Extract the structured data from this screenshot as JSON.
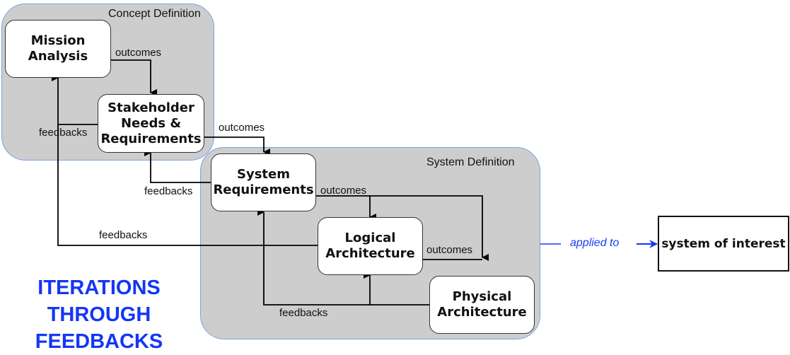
{
  "groups": {
    "concept": {
      "label": "Concept Definition"
    },
    "system": {
      "label": "System Definition"
    }
  },
  "nodes": {
    "mission": "Mission\nAnalysis",
    "stakeholder": "Stakeholder\nNeeds &\nRequirements",
    "sysreq": "System\nRequirements",
    "logical": "Logical\nArchitecture",
    "physical": "Physical\nArchitecture"
  },
  "edge_labels": {
    "outcomes": "outcomes",
    "feedbacks": "feedbacks"
  },
  "applied_to": "applied to",
  "system_of_interest": "system of interest",
  "banner": [
    "ITERATIONS",
    "THROUGH",
    "FEEDBACKS"
  ],
  "colors": {
    "group_fill": "#cdcdcd",
    "group_border": "#7ba2e6",
    "accent_blue": "#1436f5"
  }
}
